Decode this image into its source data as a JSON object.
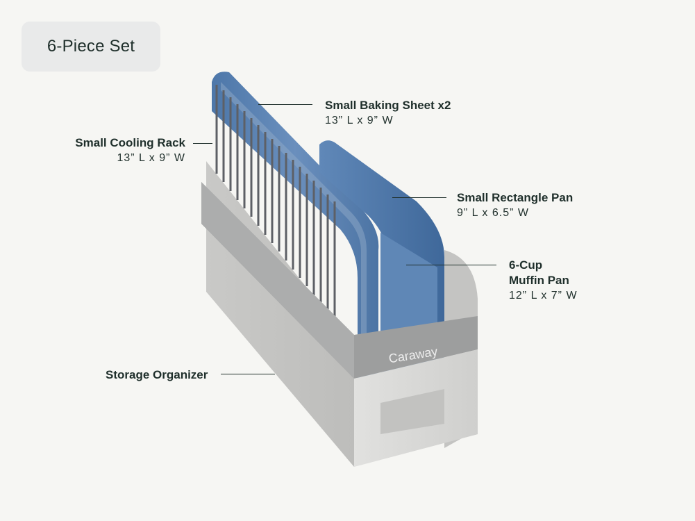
{
  "set_badge": "6-Piece Set",
  "brand_logo": "Caraway",
  "callouts": {
    "baking_sheet": {
      "title": "Small Baking Sheet x2",
      "dims": "13” L x 9” W"
    },
    "cooling_rack": {
      "title": "Small Cooling Rack",
      "dims": "13” L x 9” W"
    },
    "rectangle_pan": {
      "title": "Small Rectangle Pan",
      "dims": "9” L x 6.5” W"
    },
    "muffin_pan": {
      "title_line1": "6-Cup",
      "title_line2": "Muffin Pan",
      "dims": "12” L x 7” W"
    },
    "organizer": {
      "title": "Storage Organizer"
    }
  },
  "colors": {
    "pan_blue": "#5a81b1",
    "organizer_gray": "#dcdcda",
    "strap_gray": "#9a9b9b",
    "text_dark": "#1f2f2b",
    "background": "#f6f6f3"
  }
}
